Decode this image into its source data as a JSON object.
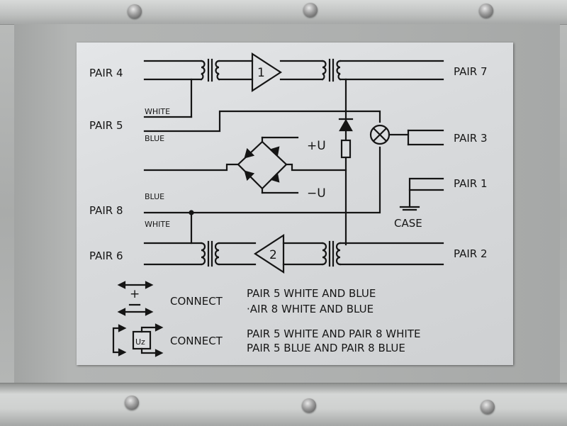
{
  "pairs": {
    "pair4": "PAIR 4",
    "pair5": "PAIR 5",
    "pair8": "PAIR 8",
    "pair6": "PAIR 6",
    "pair7": "PAIR 7",
    "pair3": "PAIR 3",
    "pair1": "PAIR 1",
    "pair2": "PAIR 2"
  },
  "wires": {
    "white_top": "WHITE",
    "blue_top": "BLUE",
    "blue_bottom": "BLUE",
    "white_bottom": "WHITE"
  },
  "amplifiers": {
    "amp1": "1",
    "amp2": "2"
  },
  "supply": {
    "plus": "+U",
    "minus": "−U"
  },
  "case_label": "CASE",
  "legend": {
    "row1": {
      "symbol_plus": "+",
      "action": "CONNECT",
      "line1": "PAIR 5 WHITE AND BLUE",
      "line2": "·AIR 8 WHITE AND BLUE"
    },
    "row2": {
      "symbol_label": "Uz",
      "action": "CONNECT",
      "line1": "PAIR 5 WHITE AND PAIR 8 WHITE",
      "line2": "PAIR 5 BLUE AND PAIR 8 BLUE"
    }
  }
}
